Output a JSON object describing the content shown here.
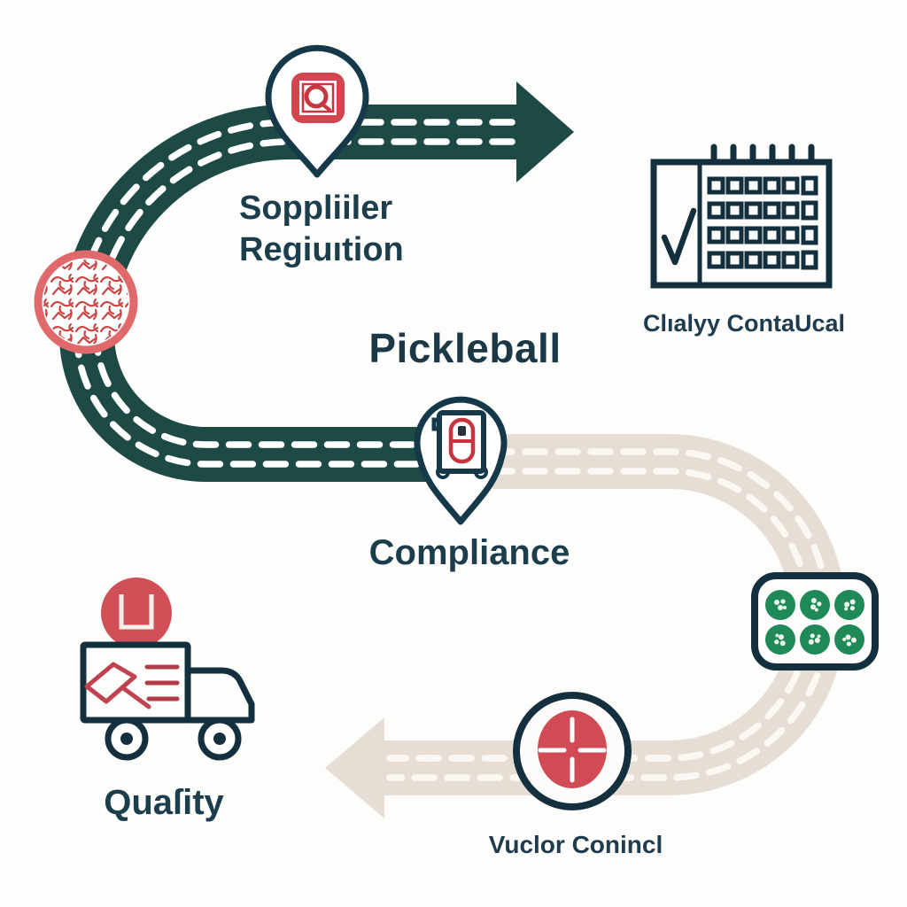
{
  "diagram": {
    "title": "Pickleball",
    "milestones": [
      {
        "id": "supplier-regulation",
        "label_line1": "Soppliiler",
        "label_line2": "Regiuıtion",
        "icon": "map-pin-stamp-icon",
        "road": "teal"
      },
      {
        "id": "compliance",
        "label": "Compliance",
        "icon": "map-pin-clipboard-icon",
        "road": "teal-to-beige"
      },
      {
        "id": "quality-control",
        "label": "Clıalyy ContaUcal",
        "icon": "calendar-checklist-icon"
      },
      {
        "id": "quality",
        "label": "Quaſity",
        "icon": "delivery-truck-icon"
      },
      {
        "id": "vendor-control",
        "label": "Vuclor Conincl",
        "icon": "target-crosshair-icon"
      }
    ],
    "decorations": [
      {
        "id": "crackle-ball",
        "icon": "crackle-ball-icon"
      },
      {
        "id": "pill-grid",
        "icon": "pill-grid-icon",
        "rows": 2,
        "cols": 3
      }
    ],
    "colors": {
      "road_teal": "#1d4a45",
      "road_beige": "#e6ded4",
      "dash_white": "#ffffff",
      "dash_cream": "#fbf7f2",
      "outline_navy": "#14303f",
      "pin_outline": "#16394a",
      "accent_red": "#cf4b54",
      "ball_border_salmon": "#e0696b",
      "pill_green": "#1f8a58",
      "text_dark": "#1d3a4c"
    }
  }
}
